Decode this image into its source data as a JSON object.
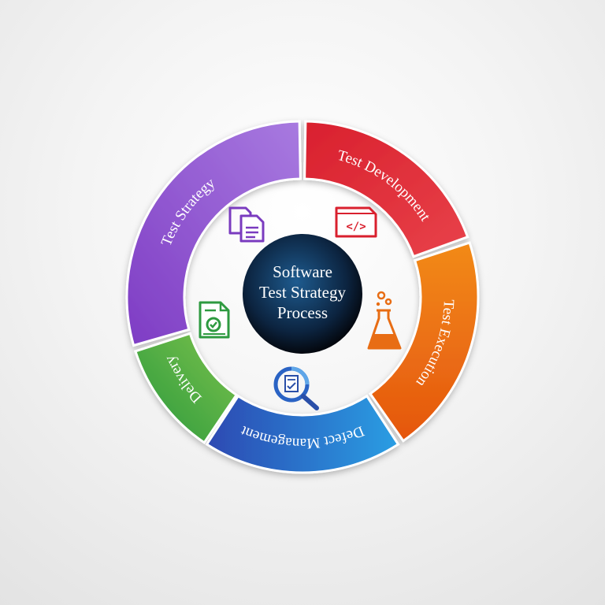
{
  "center_title": {
    "line1": "Software",
    "line2": "Test Strategy",
    "line3": "Process"
  },
  "segments": [
    {
      "label": "Test Strategy",
      "color_start": "#7e3cc4",
      "color_end": "#a87ae0",
      "icon": "copy-documents-icon"
    },
    {
      "label": "Test Development",
      "color_start": "#d9202e",
      "color_end": "#e8424a",
      "icon": "code-file-icon"
    },
    {
      "label": "Test Execution",
      "color_start": "#f28a17",
      "color_end": "#e5560f",
      "icon": "lab-flask-icon"
    },
    {
      "label": "Defect Management",
      "color_start": "#2d49b2",
      "color_end": "#2a9ee3",
      "icon": "search-report-icon"
    },
    {
      "label": "Delivery",
      "color_start": "#27983e",
      "color_end": "#7dc24a",
      "icon": "approved-document-icon"
    }
  ],
  "colors": {
    "hub_center": "#1e5b8f",
    "hub_edge": "#04080f",
    "ring_inner": "#ffffff"
  }
}
